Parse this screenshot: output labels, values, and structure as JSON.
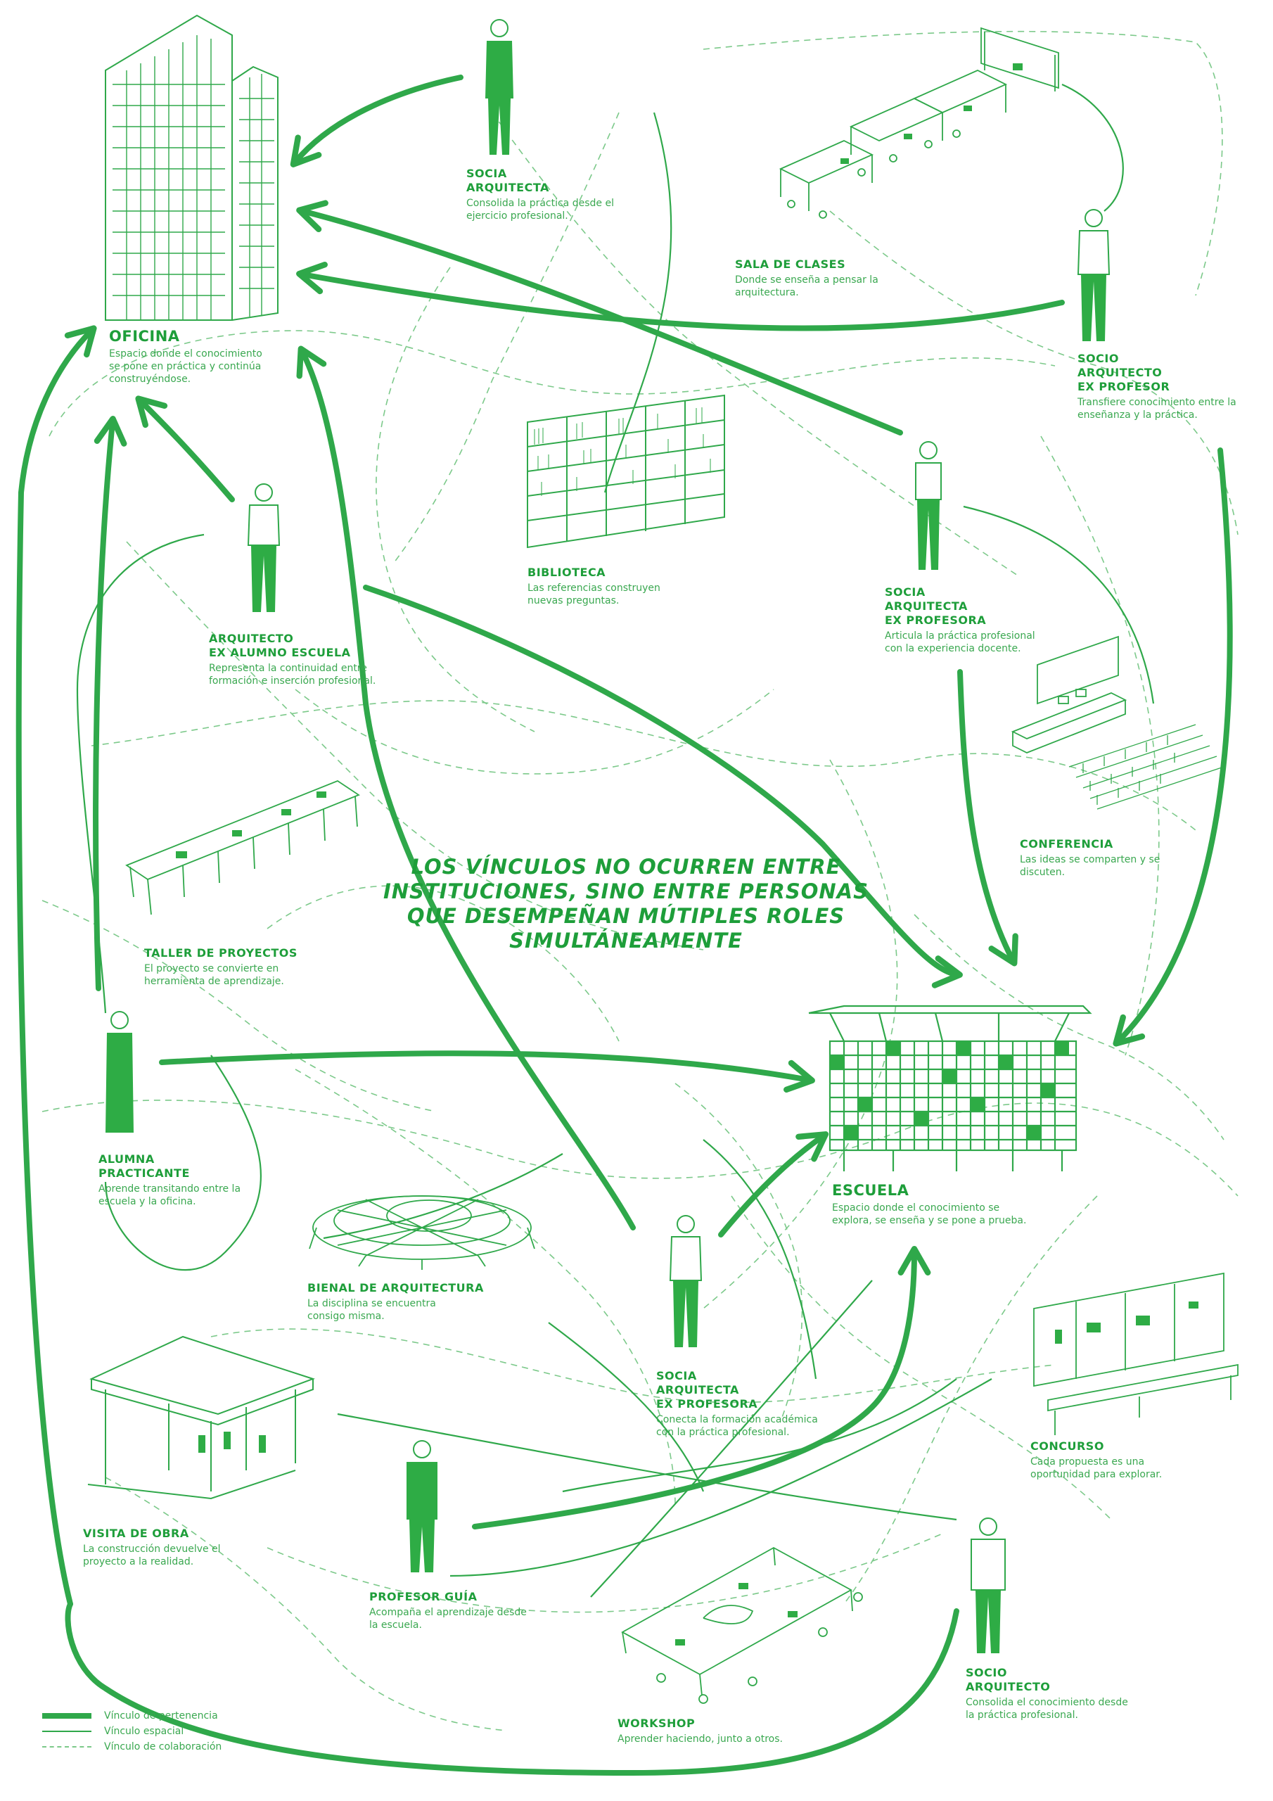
{
  "headline": "LOS VÍNCULOS NO OCURREN ENTRE\nINSTITUCIONES, SINO ENTRE PERSONAS\nQUE DESEMPEÑAN MÚTIPLES ROLES\nSIMULTÁNEAMENTE",
  "colors": {
    "primary": "#2fa84a",
    "fill": "#2eac45",
    "text": "#1e9e3a",
    "light": "#6cc77d"
  },
  "places": {
    "oficina": {
      "title": "OFICINA",
      "desc": "Espacio donde el conocimiento\nse pone en práctica y continúa\nconstruyéndose."
    },
    "escuela": {
      "title": "ESCUELA",
      "desc": "Espacio donde el conocimiento se\nexplora, se enseña y se pone a prueba."
    },
    "sala_de_clases": {
      "title": "SALA DE CLASES",
      "desc": "Donde se enseña a pensar la\narquitectura."
    },
    "biblioteca": {
      "title": "BIBLIOTECA",
      "desc": "Las referencias construyen\nnuevas preguntas."
    },
    "conferencia": {
      "title": "CONFERENCIA",
      "desc": "Las ideas se comparten y se\ndiscuten."
    },
    "taller_de_proyectos": {
      "title": "TALLER DE PROYECTOS",
      "desc": "El proyecto se convierte en\nherramienta de aprendizaje."
    },
    "bienal": {
      "title": "BIENAL DE ARQUITECTURA",
      "desc": "La disciplina se encuentra\nconsigo misma."
    },
    "visita_de_obra": {
      "title": "VISITA DE OBRA",
      "desc": "La construcción devuelve el\nproyecto a la realidad."
    },
    "concurso": {
      "title": "CONCURSO",
      "desc": "Cada propuesta es una\noportunidad para explorar."
    },
    "workshop": {
      "title": "WORKSHOP",
      "desc": "Aprender haciendo, junto a otros."
    }
  },
  "people": {
    "socia_arquitecta": {
      "title": "SOCIA\nARQUITECTA",
      "desc": "Consolida la práctica desde el\nejercicio profesional."
    },
    "socio_ex_profesor": {
      "title": "SOCIO\nARQUITECTO\nEX PROFESOR",
      "desc": "Transfiere conocimiento entre la\nenseñanza y la práctica."
    },
    "socia_ex_profesora_1": {
      "title": "SOCIA\nARQUITECTA\nEX PROFESORA",
      "desc": "Articula la práctica profesional\ncon la experiencia docente."
    },
    "arquitecto_ex_alumno": {
      "title": "ARQUITECTO\nEX ALUMNO ESCUELA",
      "desc": "Representa la continuidad entre\nformación e inserción profesional."
    },
    "alumna_practicante": {
      "title": "ALUMNA\nPRACTICANTE",
      "desc": "Aprende transitando entre la\nescuela y la oficina."
    },
    "socia_ex_profesora_2": {
      "title": "SOCIA\nARQUITECTA\nEX PROFESORA",
      "desc": "Conecta la formación académica\ncon la práctica profesional."
    },
    "profesor_guia": {
      "title": "PROFESOR GUÍA",
      "desc": "Acompaña el aprendizaje desde\nla escuela."
    },
    "socio_arquitecto": {
      "title": "SOCIO\nARQUITECTO",
      "desc": "Consolida el conocimiento desde\nla práctica profesional."
    }
  },
  "legend": [
    {
      "label": "Vínculo de pertenencia",
      "style": "thick"
    },
    {
      "label": "Vínculo espacial",
      "style": "thin"
    },
    {
      "label": "Vínculo de colaboración",
      "style": "dashed"
    }
  ]
}
